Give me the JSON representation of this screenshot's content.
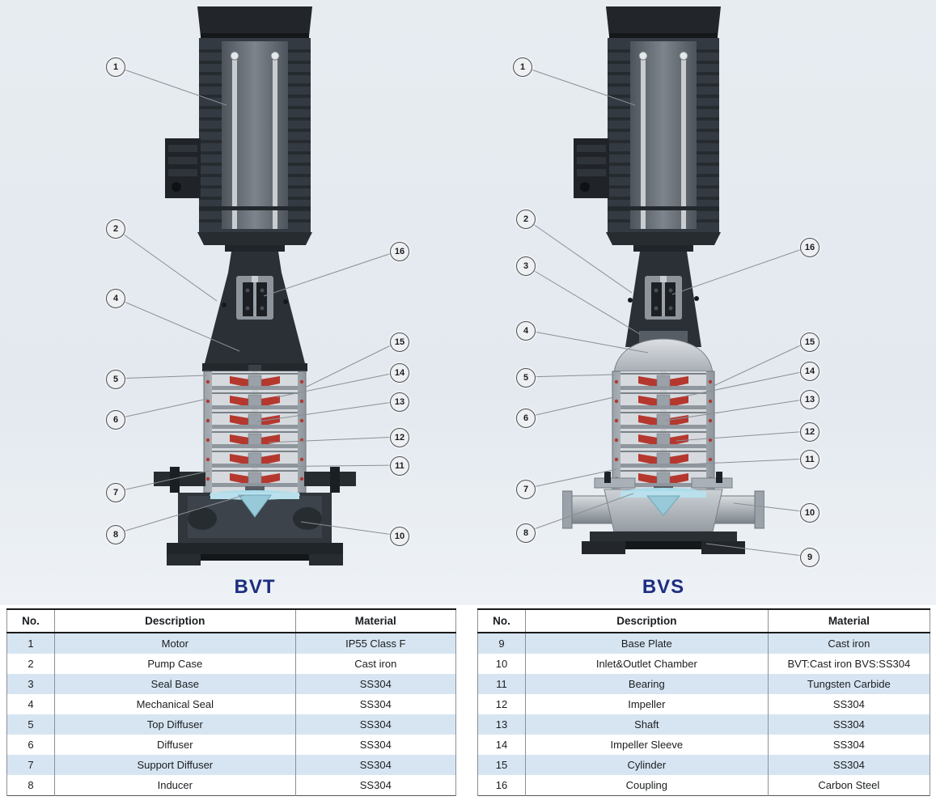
{
  "colors": {
    "label_blue": "#1c2e7f",
    "impeller_red": "#b5382f",
    "row_stripe_blue": "#d7e5f2",
    "diagram_background": "#e5eaf0"
  },
  "diagram": {
    "pumps": [
      {
        "id": "bvt",
        "label": "BVT",
        "callouts": {
          "left": [
            "1",
            "2",
            "4",
            "5",
            "6",
            "7",
            "8"
          ],
          "right": [
            "16",
            "15",
            "14",
            "13",
            "12",
            "11",
            "10"
          ]
        }
      },
      {
        "id": "bvs",
        "label": "BVS",
        "callouts": {
          "left": [
            "1",
            "2",
            "3",
            "4",
            "5",
            "6",
            "7",
            "8"
          ],
          "right": [
            "16",
            "15",
            "14",
            "13",
            "12",
            "11",
            "10",
            "9"
          ]
        }
      }
    ]
  },
  "tables": [
    {
      "headers": [
        "No.",
        "Description",
        "Material"
      ],
      "rows": [
        [
          "1",
          "Motor",
          "IP55 Class F"
        ],
        [
          "2",
          "Pump Case",
          "Cast iron"
        ],
        [
          "3",
          "Seal Base",
          "SS304"
        ],
        [
          "4",
          "Mechanical Seal",
          "SS304"
        ],
        [
          "5",
          "Top Diffuser",
          "SS304"
        ],
        [
          "6",
          "Diffuser",
          "SS304"
        ],
        [
          "7",
          "Support Diffuser",
          "SS304"
        ],
        [
          "8",
          "Inducer",
          "SS304"
        ]
      ]
    },
    {
      "headers": [
        "No.",
        "Description",
        "Material"
      ],
      "rows": [
        [
          "9",
          "Base Plate",
          "Cast iron"
        ],
        [
          "10",
          "Inlet&Outlet Chamber",
          "BVT:Cast iron BVS:SS304"
        ],
        [
          "11",
          "Bearing",
          "Tungsten Carbide"
        ],
        [
          "12",
          "Impeller",
          "SS304"
        ],
        [
          "13",
          "Shaft",
          "SS304"
        ],
        [
          "14",
          "Impeller Sleeve",
          "SS304"
        ],
        [
          "15",
          "Cylinder",
          "SS304"
        ],
        [
          "16",
          "Coupling",
          "Carbon Steel"
        ]
      ]
    }
  ]
}
